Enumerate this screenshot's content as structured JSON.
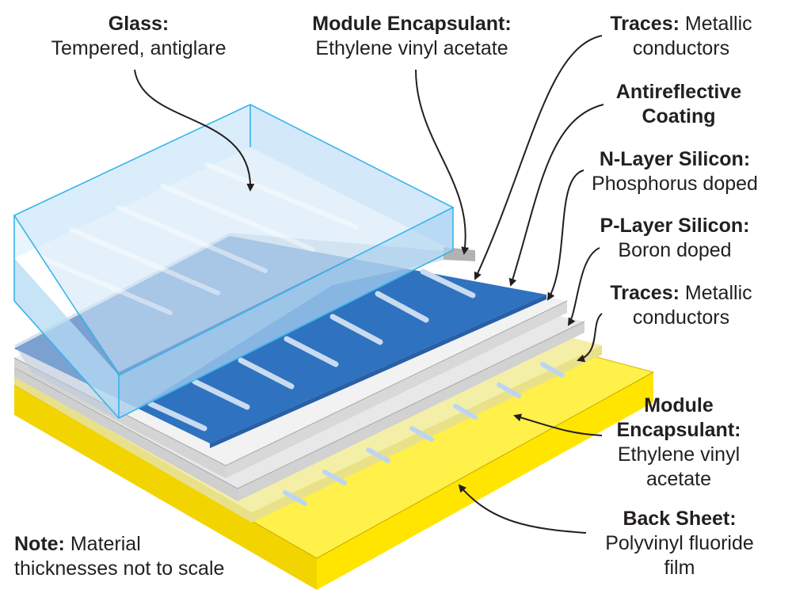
{
  "labels": {
    "glass": {
      "title": "Glass:",
      "desc": "Tempered, antiglare"
    },
    "encapsulant_top": {
      "title": "Module Encapsulant:",
      "desc": "Ethylene vinyl acetate"
    },
    "traces_top": {
      "title": "Traces:",
      "desc1": " Metallic",
      "desc2": "conductors"
    },
    "antireflective": {
      "line1": "Antireflective",
      "line2": "Coating"
    },
    "n_layer": {
      "title": "N-Layer Silicon:",
      "desc": "Phosphorus doped"
    },
    "p_layer": {
      "title": "P-Layer Silicon:",
      "desc": "Boron doped"
    },
    "traces_bottom": {
      "title": "Traces:",
      "desc1": " Metallic",
      "desc2": "conductors"
    },
    "encapsulant_bottom": {
      "line1": "Module",
      "line2": "Encapsulant:",
      "line3": "Ethylene vinyl",
      "line4": "acetate"
    },
    "back_sheet": {
      "title": "Back Sheet:",
      "desc1": "Polyvinyl fluoride",
      "desc2": "film"
    },
    "note": {
      "title": "Note:",
      "desc1": " Material",
      "desc2": "thicknesses not to scale"
    }
  },
  "colors": {
    "glass": "#cfe6f7",
    "glass_edge": "#37b4ea",
    "antireflective": "#2f72c0",
    "silicon": "#eaeaea",
    "encapsulant": "#f4efa6",
    "back_sheet": "#ffe500",
    "arrow": "#231f20"
  }
}
